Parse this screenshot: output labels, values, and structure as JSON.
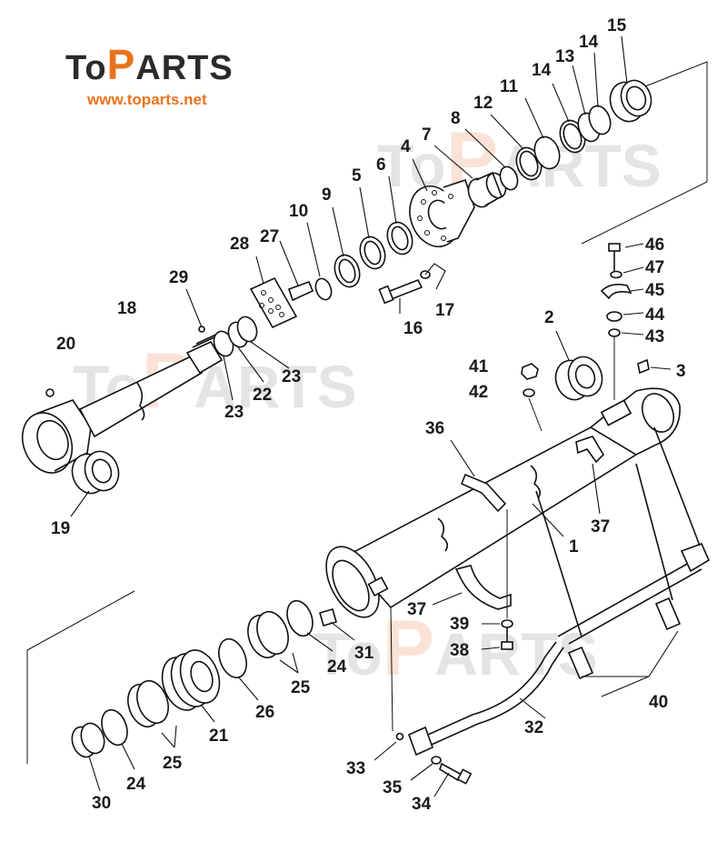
{
  "logo": {
    "brand_prefix": "To",
    "brand_p": "P",
    "brand_suffix": "ARTS",
    "url": "www.toparts.net"
  },
  "watermark": {
    "prefix": "To",
    "p": "P",
    "suffix": "ARTS"
  },
  "colors": {
    "accent": "#e8731c",
    "brand_dark": "#2b2b2b",
    "line": "#111111"
  },
  "labels": {
    "n1": "1",
    "n2": "2",
    "n3": "3",
    "n4": "4",
    "n5": "5",
    "n6": "6",
    "n7": "7",
    "n8": "8",
    "n9": "9",
    "n10": "10",
    "n11": "11",
    "n12": "12",
    "n13": "13",
    "n14a": "14",
    "n14b": "14",
    "n15": "15",
    "n16": "16",
    "n17": "17",
    "n18": "18",
    "n19": "19",
    "n20": "20",
    "n21": "21",
    "n22": "22",
    "n23a": "23",
    "n23b": "23",
    "n24a": "24",
    "n24b": "24",
    "n25a": "25",
    "n25b": "25",
    "n26": "26",
    "n27": "27",
    "n28": "28",
    "n29": "29",
    "n30": "30",
    "n31": "31",
    "n32": "32",
    "n33": "33",
    "n34": "34",
    "n35": "35",
    "n36": "36",
    "n37a": "37",
    "n37b": "37",
    "n38": "38",
    "n39": "39",
    "n40": "40",
    "n41": "41",
    "n42": "42",
    "n43": "43",
    "n44": "44",
    "n45": "45",
    "n46": "46",
    "n47": "47"
  }
}
